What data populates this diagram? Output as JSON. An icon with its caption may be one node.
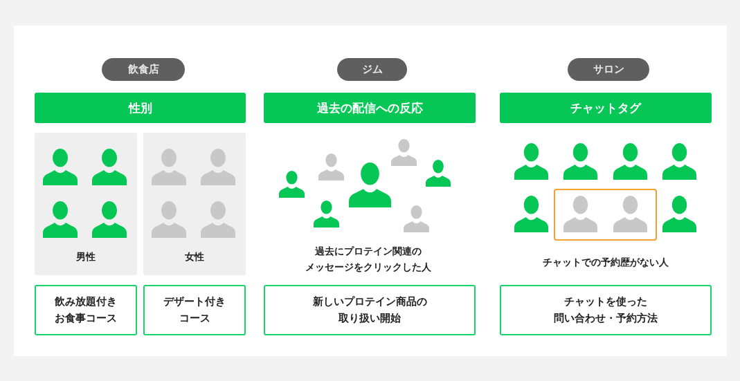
{
  "diagram": {
    "nodes": [
      {
        "text": [
          "飲食店"
        ]
      },
      {
        "text": [
          "性別"
        ]
      },
      {
        "text": [
          "男性"
        ]
      },
      {
        "text": [
          "女性"
        ]
      },
      {
        "text": [
          "飲み放題付きお食事コース"
        ]
      },
      {
        "text": [
          "デザート付きコース"
        ]
      },
      {
        "text": [
          "ジム"
        ]
      },
      {
        "text": [
          "過去の配信への反応"
        ]
      },
      {
        "text": [
          "新しいプロテイン商品の取り扱い開始"
        ]
      },
      {
        "text": [
          "サロン"
        ]
      },
      {
        "text": [
          "チャットタグ"
        ]
      },
      {
        "text": [
          "チャットを使った問い合わせ・予約方法"
        ]
      }
    ],
    "labels": [
      "過去にプロテイン関連のメッセージをクリックした人",
      "チャットでの予約歴がない人"
    ]
  }
}
